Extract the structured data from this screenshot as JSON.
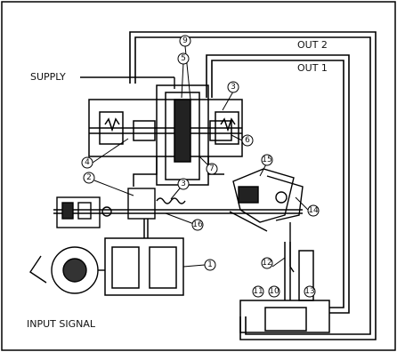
{
  "labels": {
    "supply": "SUPPLY",
    "out2": "OUT 2",
    "out1": "OUT 1",
    "input_signal": "INPUT SIGNAL"
  },
  "callouts": [
    "9",
    "5",
    "3",
    "6",
    "4",
    "2",
    "7",
    "3",
    "15",
    "14",
    "16",
    "1",
    "12",
    "11",
    "10",
    "13"
  ]
}
